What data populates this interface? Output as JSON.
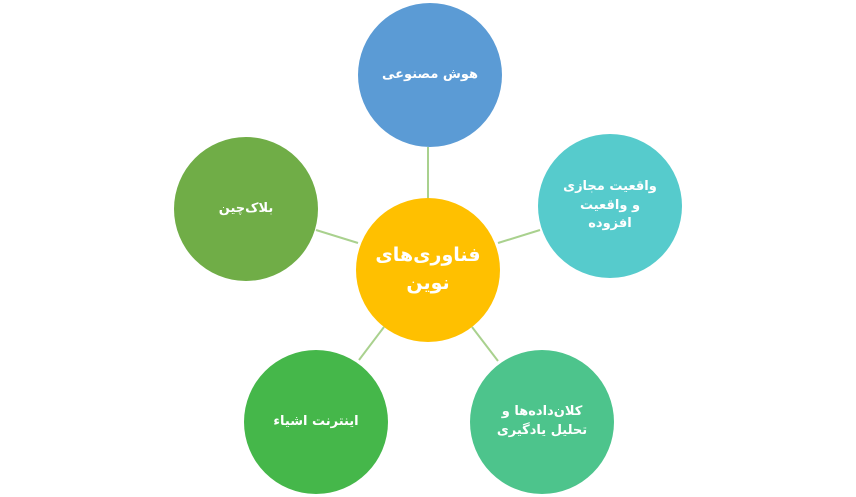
{
  "diagram": {
    "center": {
      "label": "فناوری‌های\nنوین",
      "color": "#FFC000"
    },
    "nodes": [
      {
        "id": "ai",
        "label": "هوش مصنوعی",
        "color": "#5B9BD5"
      },
      {
        "id": "vr",
        "label": "واقعیت مجازی\nو واقعیت\nافزوده",
        "color": "#56CBCC"
      },
      {
        "id": "bigdata",
        "label": "کلان‌داده‌ها و\nتحلیل یادگیری",
        "color": "#4DC48C"
      },
      {
        "id": "iot",
        "label": "اینترنت اشیاء",
        "color": "#45B74A"
      },
      {
        "id": "blockchain",
        "label": "بلاک‌چین",
        "color": "#70AD47"
      }
    ],
    "connector_color": "#A9D18E"
  }
}
